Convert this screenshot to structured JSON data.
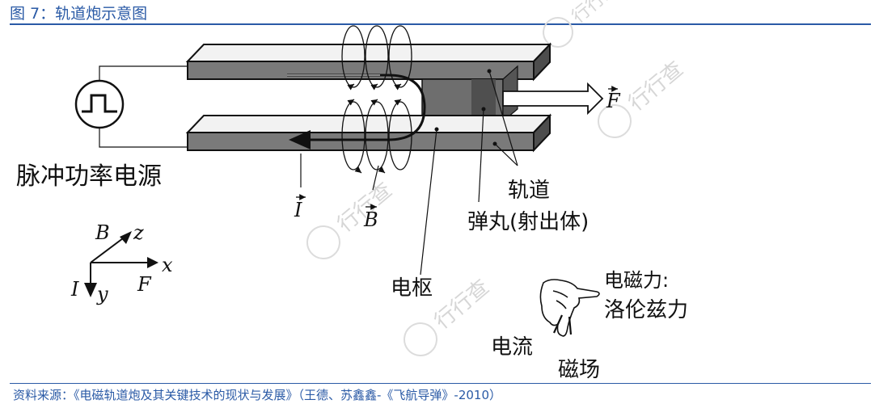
{
  "figure": {
    "title": "图 7：轨道炮示意图",
    "source": "资料来源：《电磁轨道炮及其关键技术的现状与发展》（王德、苏鑫鑫-《飞航导弹》-2010）"
  },
  "diagram": {
    "power_label": "脉冲功率电源",
    "rail_label": "轨道",
    "projectile_label": "弹丸(射出体)",
    "armature_label": "电枢",
    "current_symbol": "I",
    "field_symbol": "B",
    "force_symbol": "F",
    "axes": {
      "b": "B",
      "z": "z",
      "x": "x",
      "i": "I",
      "y": "y",
      "f": "F"
    },
    "hand": {
      "emf_label_1": "电磁力:",
      "emf_label_2": "洛伦兹力",
      "current_label": "电流",
      "field_label": "磁场"
    }
  },
  "watermark": {
    "text": "行行查"
  }
}
